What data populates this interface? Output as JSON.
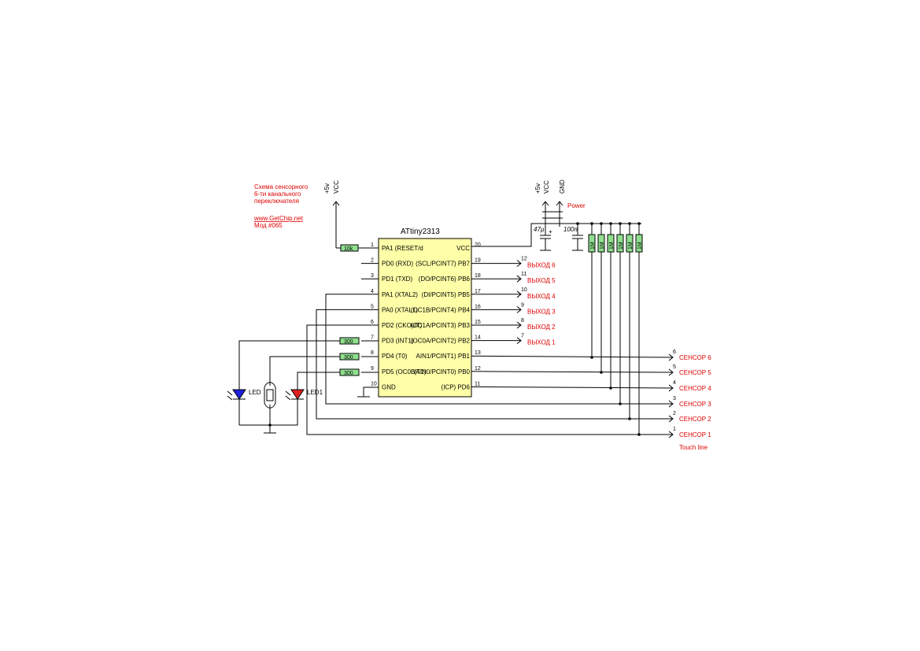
{
  "notes": {
    "title_lines": [
      "Схема сенсорного",
      "6-ти канального",
      "переключателя"
    ],
    "website": "www.GetChip.net",
    "mod": "Мод #065"
  },
  "chip": {
    "name": "ATtiny2313",
    "left_pins": [
      {
        "num": "1",
        "label": "PA1 (RESET/d"
      },
      {
        "num": "2",
        "label": "PD0 (RXD)"
      },
      {
        "num": "3",
        "label": "PD1 (TXD)"
      },
      {
        "num": "4",
        "label": "PA1 (XTAL2)"
      },
      {
        "num": "5",
        "label": "PA0 (XTAL1)"
      },
      {
        "num": "6",
        "label": "PD2 (CKOUT)"
      },
      {
        "num": "7",
        "label": "PD3 (INT1)"
      },
      {
        "num": "8",
        "label": "PD4 (T0)"
      },
      {
        "num": "9",
        "label": "PD5 (OC0B/T1)"
      },
      {
        "num": "10",
        "label": "GND"
      }
    ],
    "right_pins": [
      {
        "num": "20",
        "label": "VCC"
      },
      {
        "num": "19",
        "label": "(SCL/PCINT7) PB7"
      },
      {
        "num": "18",
        "label": "(DO/PCINT6) PB6"
      },
      {
        "num": "17",
        "label": "(DI/PCINT5) PB5"
      },
      {
        "num": "16",
        "label": "(OC1B/PCINT4) PB4"
      },
      {
        "num": "15",
        "label": "(OC1A/PCINT3) PB3"
      },
      {
        "num": "14",
        "label": "(OC0A/PCINT2) PB2"
      },
      {
        "num": "13",
        "label": "AIN1/PCINT1) PB1"
      },
      {
        "num": "12",
        "label": "(AIN0/PCINT0) PB0"
      },
      {
        "num": "11",
        "label": "(ICP) PD6"
      }
    ]
  },
  "power": {
    "vcc_main": {
      "v": "+5v",
      "name": "VCC"
    },
    "vcc_conn": {
      "v": "+5v",
      "name": "VCC"
    },
    "gnd_conn": "GND",
    "label": "Power"
  },
  "components": {
    "reset_resistor": "10k",
    "led_resistors": [
      "300",
      "300",
      "300"
    ],
    "cap1": "47µ",
    "cap2": "100n",
    "sensor_resistors": [
      "1M",
      "1M",
      "1M",
      "1M",
      "1M",
      "1M"
    ],
    "led_blue": "LED",
    "led_red": "LED1"
  },
  "outputs": [
    {
      "num": "12",
      "label": "ВЫХОД 6"
    },
    {
      "num": "11",
      "label": "ВЫХОД 5"
    },
    {
      "num": "10",
      "label": "ВЫХОД 4"
    },
    {
      "num": "9",
      "label": "ВЫХОД 3"
    },
    {
      "num": "8",
      "label": "ВЫХОД 2"
    },
    {
      "num": "7",
      "label": "ВЫХОД 1"
    }
  ],
  "sensors": [
    {
      "num": "6",
      "label": "СЕНСОР 6"
    },
    {
      "num": "5",
      "label": "СЕНСОР 5"
    },
    {
      "num": "4",
      "label": "СЕНСОР 4"
    },
    {
      "num": "3",
      "label": "СЕНСОР 3"
    },
    {
      "num": "2",
      "label": "СЕНСОР 2"
    },
    {
      "num": "1",
      "label": "СЕНСОР 1"
    }
  ],
  "touch_line_label": "Touch line"
}
